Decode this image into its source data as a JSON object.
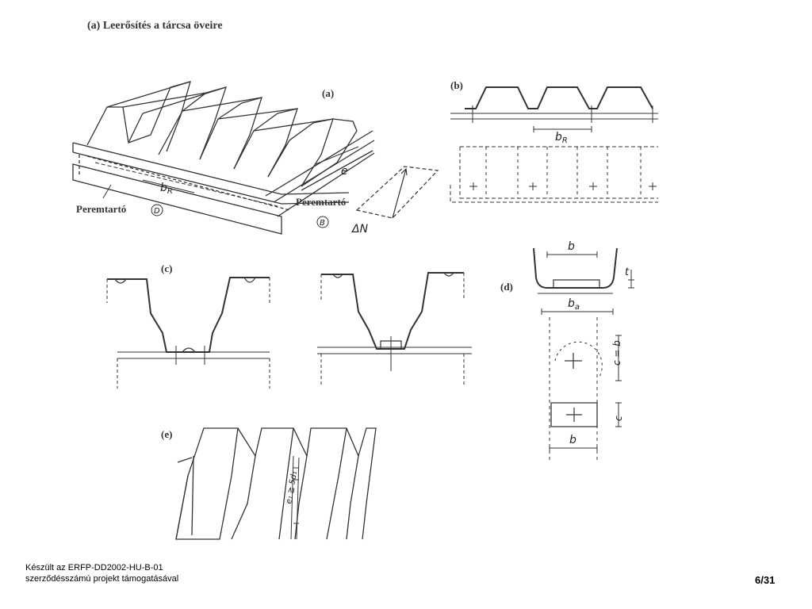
{
  "title": "(a) Leerősítés a tárcsa öveire",
  "labels": {
    "a": "(a)",
    "b": "(b)",
    "c": "(c)",
    "d": "(d)",
    "e": "(e)",
    "peremtarto_left": "Peremtartó",
    "peremtarto_right": "Peremtartó"
  },
  "handwritten": {
    "bR_a": "b",
    "bR_a_sub": "R",
    "e_a": "e",
    "circle_D": "D",
    "circle_B": "B",
    "deltaN": "ΔN",
    "bR_b": "b",
    "bR_b_sub": "R",
    "b_d": "b",
    "ba_d": "b",
    "ba_d_sub": "a",
    "t_d": "t",
    "c_eq_b": "c = b",
    "c_d": "c",
    "b_d_bottom": "b",
    "e1_dim": "e₁ ≧ 5d₁"
  },
  "footer": {
    "line1": "Készült az ERFP-DD2002-HU-B-01",
    "line2": "szerződésszámú projekt támogatásával",
    "page": "6/31"
  }
}
